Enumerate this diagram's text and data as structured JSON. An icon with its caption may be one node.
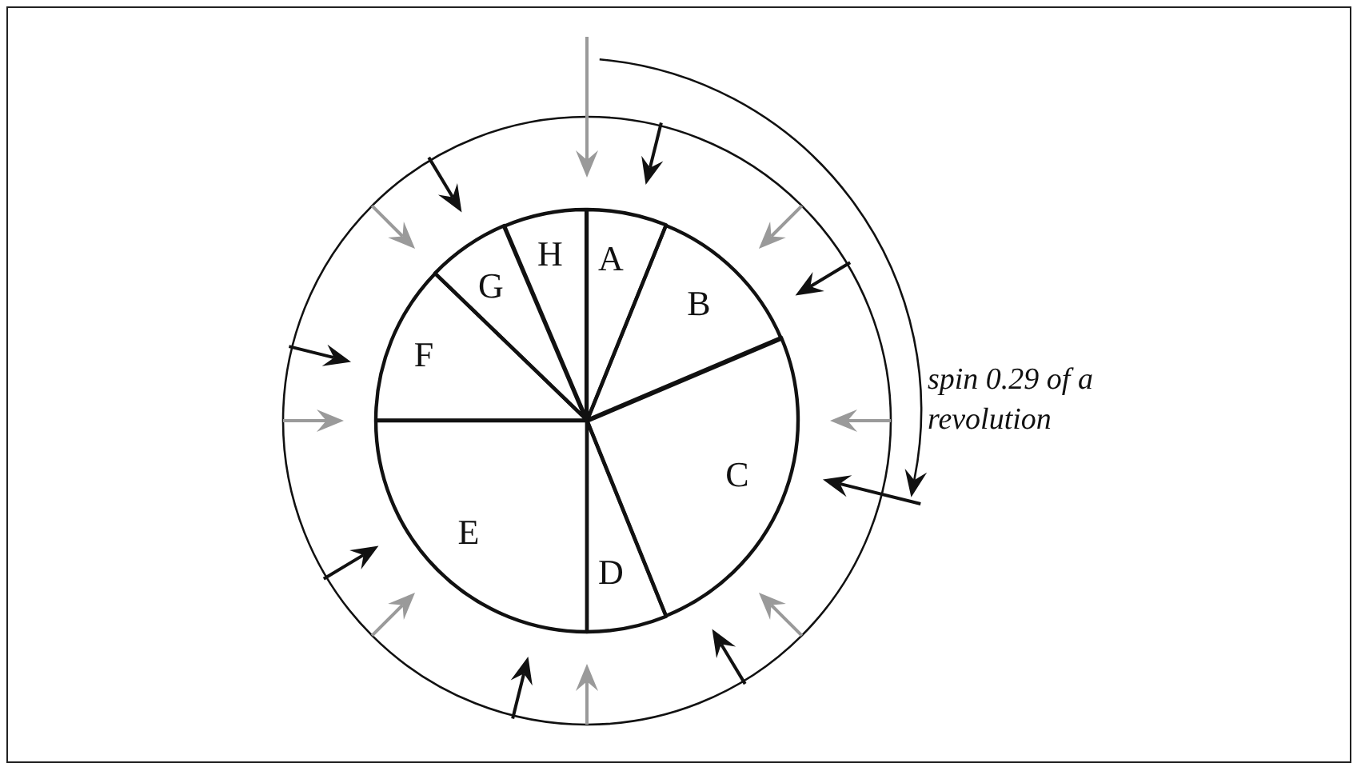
{
  "diagram": {
    "nodes": [
      {
        "text": [
          "A"
        ]
      },
      {
        "text": [
          "B"
        ]
      },
      {
        "text": [
          "C"
        ]
      },
      {
        "text": [
          "D"
        ]
      },
      {
        "text": [
          "E"
        ]
      },
      {
        "text": [
          "F"
        ]
      },
      {
        "text": [
          "G"
        ]
      },
      {
        "text": [
          "H"
        ]
      }
    ],
    "labels": [
      "spin 0.29 of a revolution"
    ]
  }
}
